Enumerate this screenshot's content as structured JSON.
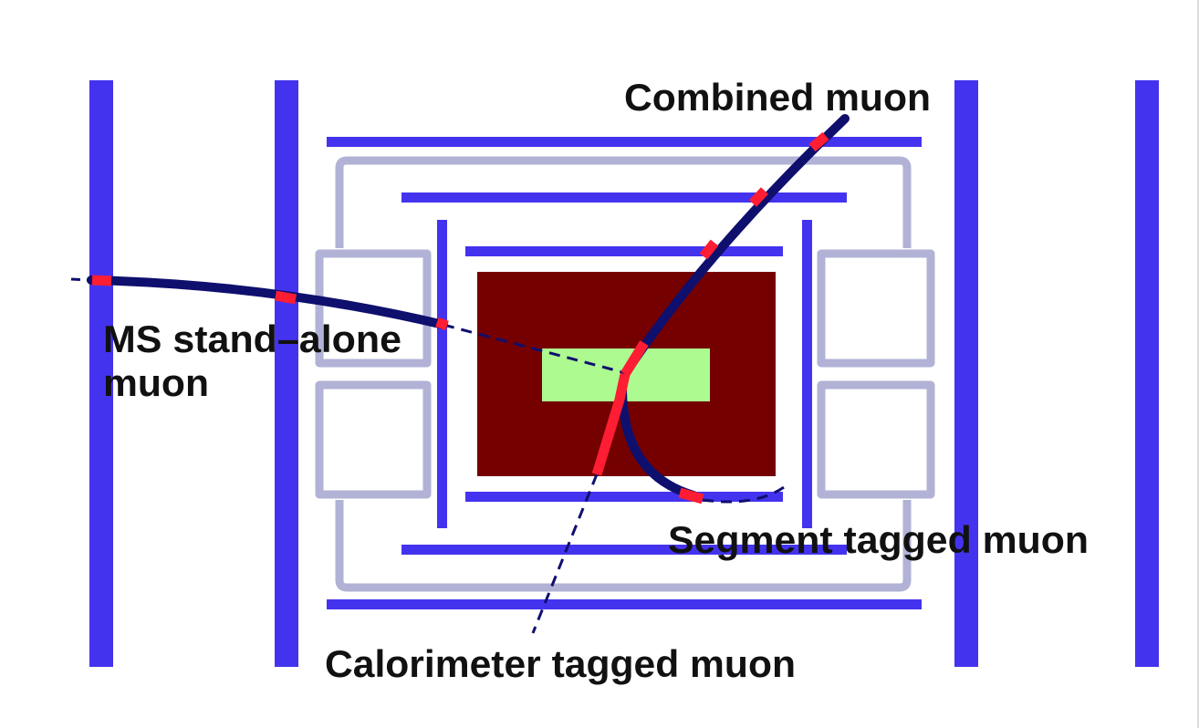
{
  "labels": {
    "combined": "Combined muon",
    "ms_line1": "MS stand–alone",
    "ms_line2": "muon",
    "segment": "Segment tagged muon",
    "calorimeter": "Calorimeter tagged muon"
  },
  "colors": {
    "chamber_blue": "#4433ee",
    "magnet_gray": "#b1b2d6",
    "calorimeter": "#740000",
    "inner_detector": "#adfa90",
    "track_navy": "#0f0f6e",
    "hit_red": "#ff1d33",
    "text": "#111111"
  }
}
